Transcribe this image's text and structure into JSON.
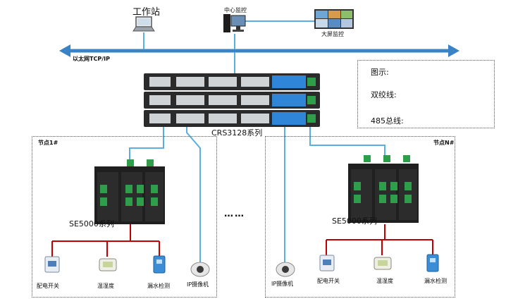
{
  "top": {
    "workstation_label": "工作站",
    "center_monitor_label": "中心监控",
    "bigscreen_label": "大屏监控"
  },
  "network": {
    "ethernet_label": "以太网TCP/IP"
  },
  "switch": {
    "model_label": "CRS3128系列"
  },
  "legend": {
    "title": "图示:",
    "twisted_pair_label": "双绞线:",
    "bus485_label": "485总线:",
    "twisted_pair_color": "#5aaee0",
    "bus485_color": "#c00000"
  },
  "node1": {
    "title": "节点1#",
    "series_label": "SE5000系列",
    "devices": [
      "配电开关",
      "温湿度",
      "漏水检测",
      "IP摄像机"
    ]
  },
  "nodeN": {
    "title": "节点N#",
    "series_label": "SE5000系列",
    "devices": [
      "IP摄像机",
      "配电开关",
      "温湿度",
      "漏水检测"
    ]
  },
  "ellipsis": "……",
  "colors": {
    "ethernet_arrow": "#3a83c6",
    "switch_body": "#2b2b2b",
    "switch_panel": "#2f86d8",
    "terminal_green": "#2e9e4a"
  }
}
